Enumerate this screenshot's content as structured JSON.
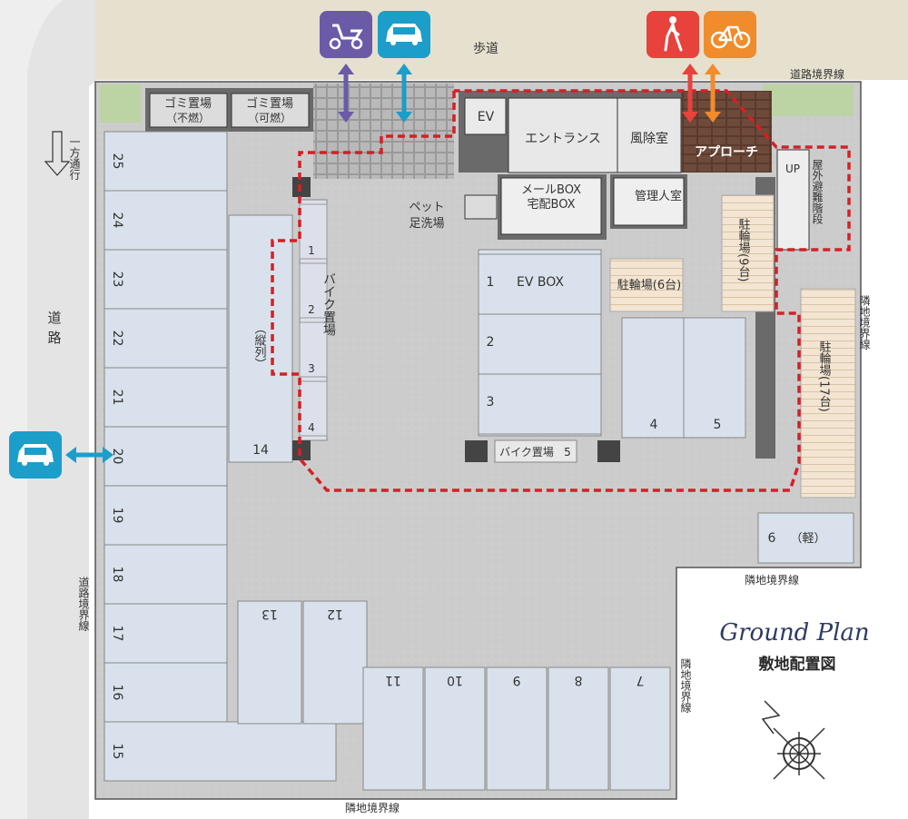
{
  "labels": {
    "sidewalk": "歩道",
    "road": "道",
    "road2": "路",
    "one_way": "一方通行",
    "road_boundary_top": "道路境界線",
    "road_boundary_left": "道路境界線",
    "neighbor_boundary_bottom": "隣地境界線",
    "neighbor_boundary_mid": "隣地境界線",
    "neighbor_boundary_right": "隣地境界線",
    "neighbor_boundary_right2": "隣地境界線",
    "garbage_nonburn": "ゴミ置場",
    "garbage_nonburn_sub": "（不燃）",
    "garbage_burn": "ゴミ置場",
    "garbage_burn_sub": "（可燃）",
    "ev": "EV",
    "entrance": "エントランス",
    "windbreak": "風除室",
    "approach": "アプローチ",
    "mailbox": "メールBOX",
    "deliverybox": "宅配BOX",
    "manager": "管理人室",
    "pet_wash": "ペット",
    "pet_wash2": "足洗場",
    "outdoor_stairs": "屋外避難階段",
    "up": "UP",
    "ev_box": "EV BOX",
    "bike_parking": "バイク置場",
    "bike_parking_small": "バイク置場",
    "bike_parking_vertical_sub": "（縦列）",
    "bicycle_6": "駐輪場(6台)",
    "bicycle_9": "駐輪場(9台)",
    "bicycle_17": "駐輪場(17台)",
    "tandem": "（縦列）",
    "kei": "（軽）",
    "title_en": "Ground Plan",
    "title_jp": "敷地配置図"
  },
  "icons": {
    "motorbike": {
      "name": "motorbike-icon",
      "color": "#6a5aa8"
    },
    "car_top": {
      "name": "car-icon",
      "color": "#1b9ec9"
    },
    "pedestrian": {
      "name": "pedestrian-icon",
      "color": "#e8423c"
    },
    "bicycle": {
      "name": "bicycle-icon",
      "color": "#f08c2b"
    },
    "car_left": {
      "name": "car-icon",
      "color": "#1b9ec9"
    }
  },
  "bike_slots": [
    "1",
    "2",
    "3",
    "4",
    "5"
  ],
  "parking": {
    "left_column": [
      "25",
      "24",
      "23",
      "22",
      "21",
      "20",
      "19",
      "18",
      "17",
      "16",
      "15"
    ],
    "tandem_14": "14",
    "right_bottom": [
      "13",
      "12",
      "11",
      "10",
      "9",
      "8",
      "7"
    ],
    "ev_slots": [
      "1",
      "2",
      "3"
    ],
    "center_right": [
      "4",
      "5"
    ],
    "kei_slot": "6"
  },
  "colors": {
    "dashed_route": "#d42026",
    "parking_fill": "#d9e2ec",
    "ground": "#cbcbcb",
    "sidewalk": "#e6e0cf"
  }
}
